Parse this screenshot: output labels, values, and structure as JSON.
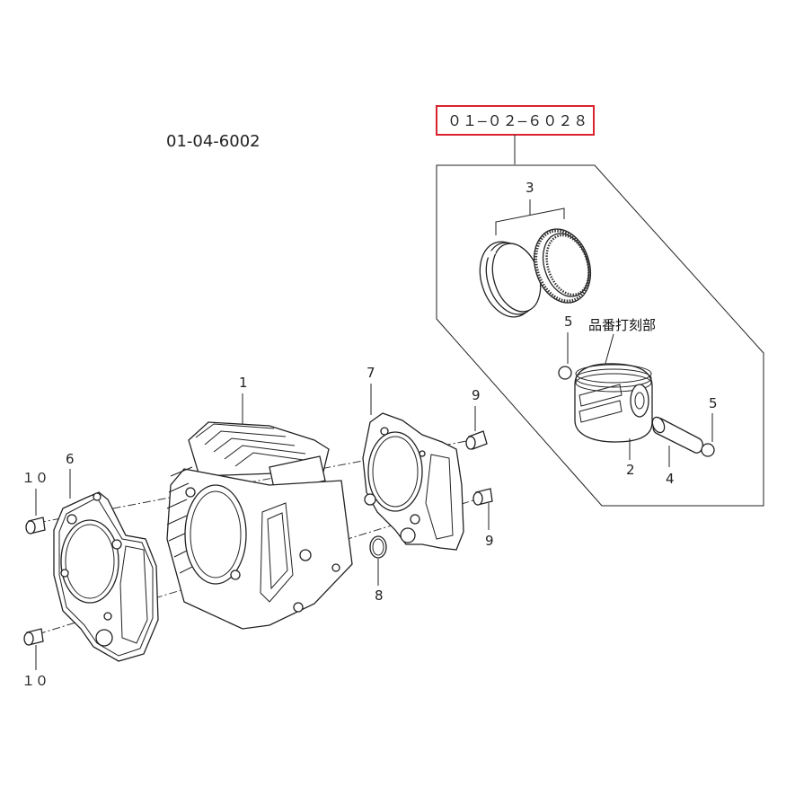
{
  "assembly_number": "01-04-6002",
  "kit_number": "０１—０２—６０２８",
  "engraving_note": "品番打刻部",
  "highlight_color": "#d9232e",
  "callouts": {
    "c1": "1",
    "c2": "2",
    "c3": "3",
    "c4": "4",
    "c5a": "5",
    "c5b": "5",
    "c6": "6",
    "c7": "7",
    "c8": "8",
    "c9a": "9",
    "c9b": "9",
    "c10a": "１０",
    "c10b": "１０"
  }
}
